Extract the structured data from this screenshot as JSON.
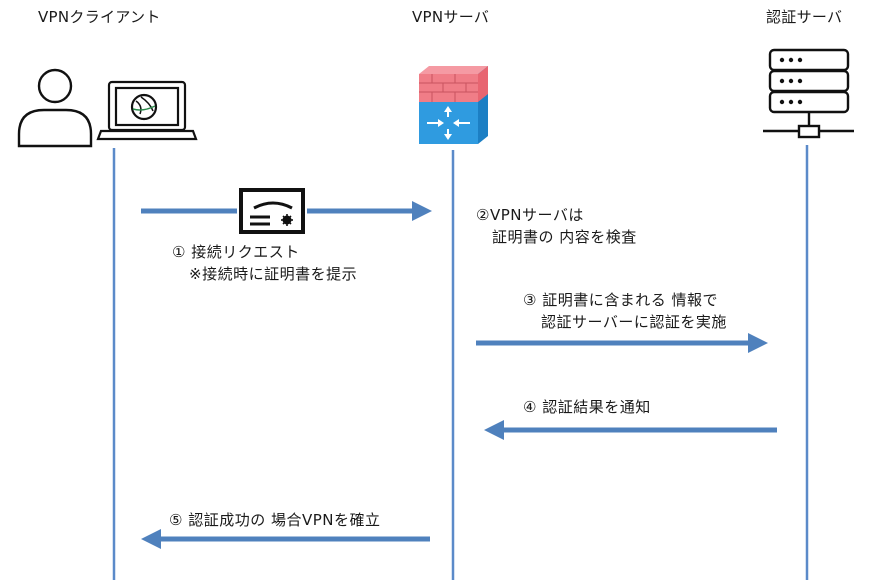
{
  "headers": {
    "client": "VPNクライアント",
    "server": "VPNサーバ",
    "auth": "認証サーバ"
  },
  "steps": {
    "s1_line1": "① 接続リクエスト",
    "s1_line2": "※接続時に証明書を提示",
    "s2_line1": "②VPNサーバは",
    "s2_line2": "証明書の 内容を検査",
    "s3_line1": "③ 証明書に含まれる 情報で",
    "s3_line2": "認証サーバーに認証を実施",
    "s4": "④ 認証結果を通知",
    "s5": "⑤ 認証成功の 場合VPNを確立"
  },
  "colors": {
    "lifeline": "#5b8ac9",
    "arrow": "#4f81bd",
    "firewall_red": "#f07d87",
    "firewall_blue": "#2f9be0",
    "icon_stroke": "#111111"
  },
  "icons": {
    "user": "user-icon",
    "laptop": "laptop-icon",
    "firewall": "firewall-router-icon",
    "server": "server-icon",
    "certificate": "certificate-icon"
  }
}
